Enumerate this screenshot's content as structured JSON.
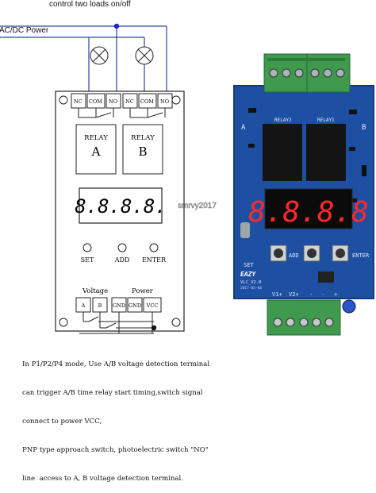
{
  "diagram": {
    "title": "control two loads  on/off",
    "power_label": "AC/DC Power",
    "relay_contacts": [
      "NC",
      "COM",
      "NO",
      "NC",
      "COM",
      "NO"
    ],
    "relay_a": {
      "top": "RELAY",
      "letter": "A"
    },
    "relay_b": {
      "top": "RELAY",
      "letter": "B"
    },
    "display_text": "8.8.8.8.",
    "buttons": [
      "SET",
      "ADD",
      "ENTER"
    ],
    "voltage_label": "Voltage",
    "power_group_label": "Power",
    "input_terminals": [
      "A",
      "B",
      "GND",
      "GND",
      "VCC"
    ]
  },
  "board": {
    "display_text": "8.8.8.8",
    "relay_labels": [
      "RELAY2",
      "RELAY1"
    ],
    "side_labels": [
      "A",
      "B"
    ],
    "button_labels": [
      "SET",
      "ADD",
      "ENTER"
    ],
    "brand": "EAZY",
    "model": "VLC_V2.0",
    "date_code": "2017-05-06",
    "terminal_labels": [
      "V1+",
      "V2+",
      "-",
      "-",
      "+"
    ],
    "watermark": "smrvy2017",
    "colors": {
      "pcb": "#1d4fa3",
      "terminal_green": "#3f9a4e",
      "relay_black": "#141414",
      "led_red": "#ff2a2a"
    }
  },
  "caption": [
    "In P1/P2/P4 mode, Use A/B voltage detection terminal",
    "can trigger A/B time relay start timing,switch signal",
    "connect to power VCC,",
    "PNP type approach switch, photoelectric switch \"NO\"",
    "line  access to A, B voltage detection terminal."
  ]
}
